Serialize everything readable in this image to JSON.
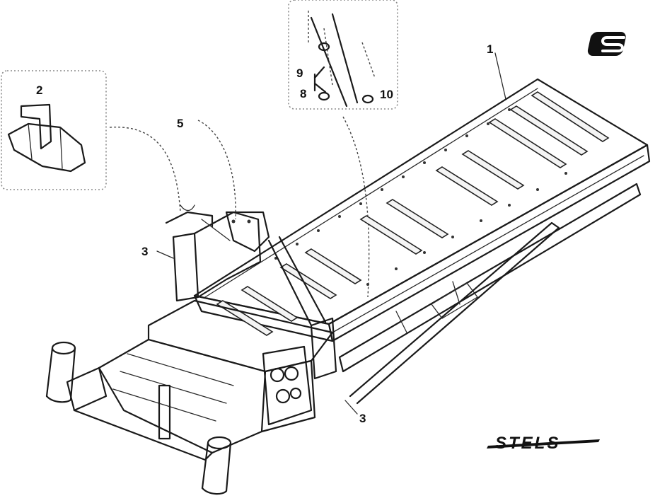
{
  "diagram": {
    "callouts": [
      "1",
      "2",
      "3",
      "3",
      "5",
      "8",
      "9",
      "10"
    ],
    "brand": {
      "wordmark": "STELS",
      "badge_icon": "stels-s-badge-icon"
    },
    "colors": {
      "ink": "#1a1a1a",
      "inset_border": "#8a8a8a",
      "background": "#ffffff"
    }
  }
}
